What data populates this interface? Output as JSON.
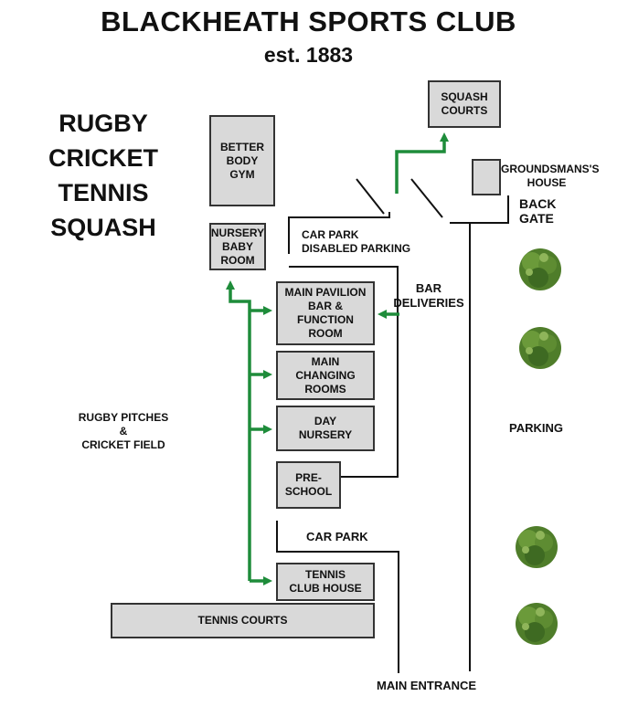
{
  "header": {
    "title": "BLACKHEATH SPORTS CLUB",
    "subtitle": "est. 1883"
  },
  "sports": [
    "RUGBY",
    "CRICKET",
    "TENNIS",
    "SQUASH"
  ],
  "buildings": {
    "squash_courts": "SQUASH\nCOURTS",
    "gym": "BETTER\nBODY\nGYM",
    "nursery_baby_room": "NURSERY\nBABY\nROOM",
    "main_pavilion": "MAIN PAVILION\nBAR &\nFUNCTION\nROOM",
    "changing_rooms": "MAIN\nCHANGING\nROOMS",
    "day_nursery": "DAY\nNURSERY",
    "pre_school": "PRE-\nSCHOOL",
    "tennis_club_house": "TENNIS\nCLUB HOUSE",
    "tennis_courts": "TENNIS COURTS",
    "groundsmans_house": "GROUNDSMANS'S\nHOUSE"
  },
  "labels": {
    "car_park_top": "CAR PARK\nDISABLED PARKING",
    "bar_deliveries": "BAR\nDELIVERIES",
    "back_gate": "BACK\nGATE",
    "rugby_pitches": "RUGBY PITCHES\n&\nCRICKET FIELD",
    "parking": "PARKING",
    "car_park_bottom": "CAR PARK",
    "main_entrance": "MAIN ENTRANCE"
  },
  "colors": {
    "path_green": "#1e8c3a",
    "box_fill": "#d9d9d9",
    "road_line": "#111111"
  }
}
